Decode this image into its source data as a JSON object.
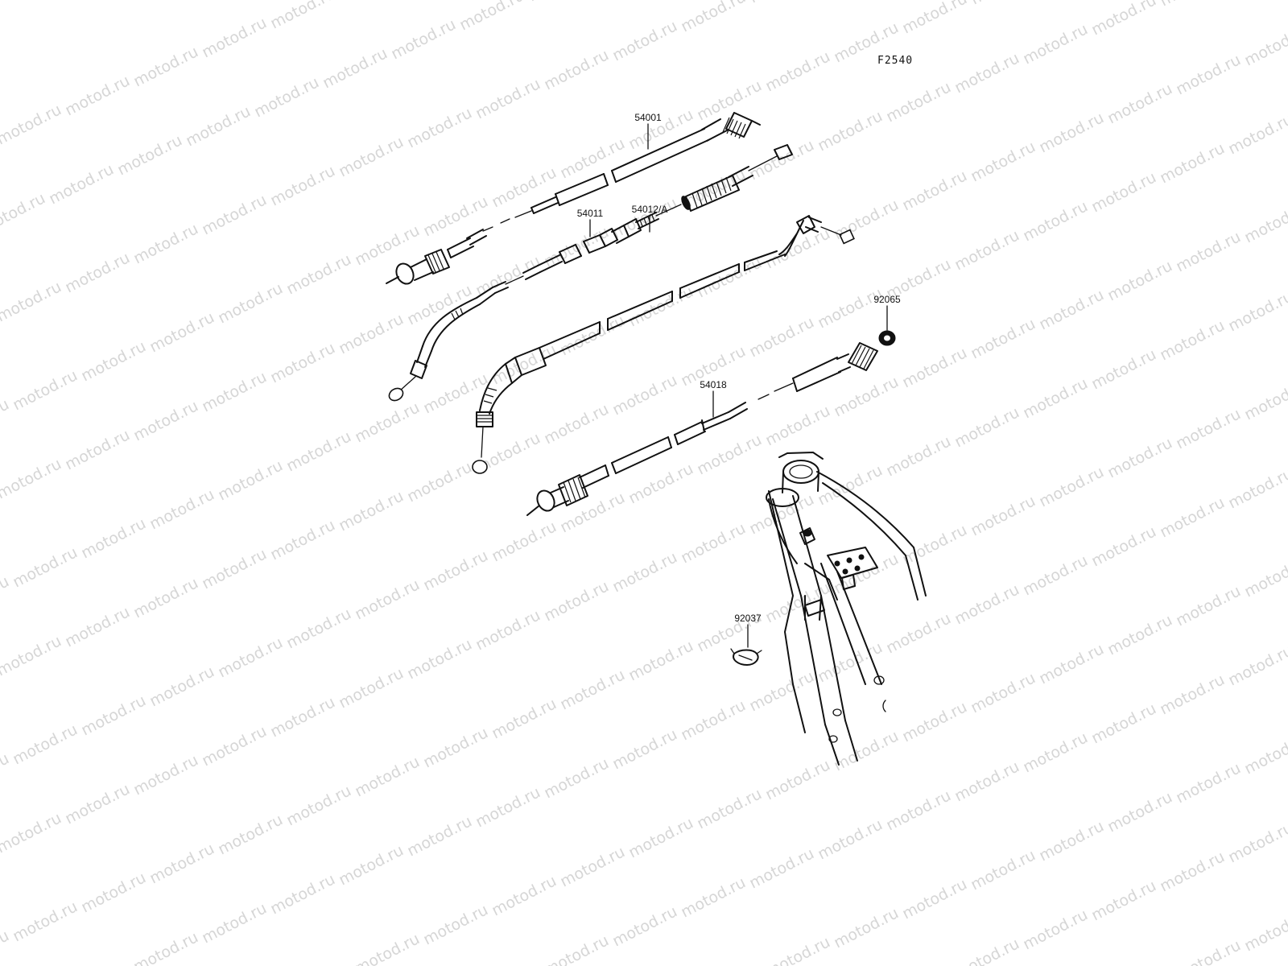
{
  "figure_code": "F2540",
  "watermark_text": "motod.ru",
  "parts": [
    {
      "id": "speedometer-cable",
      "number": "54001"
    },
    {
      "id": "clutch-cable",
      "number": "54011"
    },
    {
      "id": "throttle-cable",
      "number": "54012/A"
    },
    {
      "id": "washer",
      "number": "92065"
    },
    {
      "id": "tachometer-cable",
      "number": "54018"
    },
    {
      "id": "clamp",
      "number": "92037"
    }
  ],
  "colors": {
    "ink": "#111111",
    "watermark": "#d6d6d6",
    "background": "#ffffff"
  }
}
